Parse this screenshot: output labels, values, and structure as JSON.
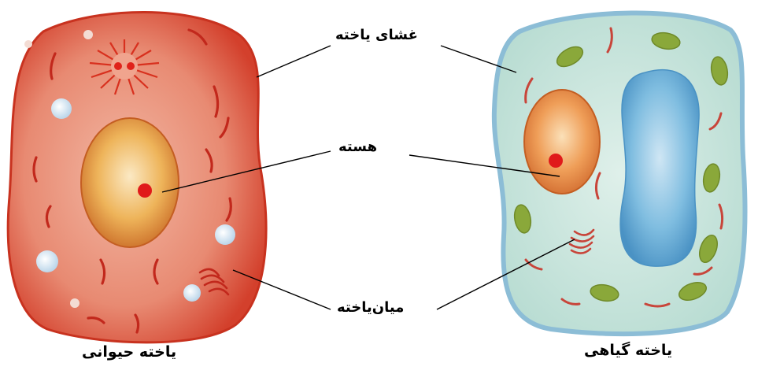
{
  "labels": {
    "membrane": "غشای یاخته",
    "nucleus": "هسته",
    "cytoplasm": "میان‌یاخته"
  },
  "captions": {
    "animal_cell": "یاخته حیوانی",
    "plant_cell": "یاخته گیاهی"
  },
  "colors": {
    "animal_cytoplasm": "#e8806a",
    "animal_edge": "#d33a2a",
    "nucleus_fill": "#e8a24a",
    "nucleolus": "#e01a1a",
    "plant_cytoplasm": "#c8e6dc",
    "plant_wall": "#8fc1d6",
    "vacuole": "#5aa6d4",
    "chloroplast": "#8aa83a",
    "mitochondria": "#c8453a"
  }
}
